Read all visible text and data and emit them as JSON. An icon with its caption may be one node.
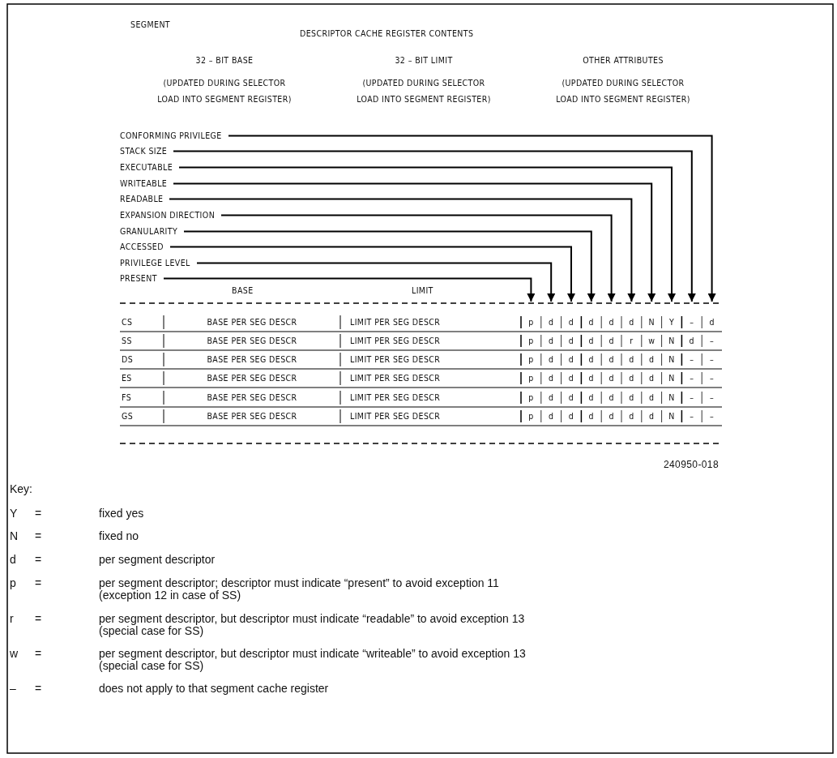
{
  "diagram": {
    "nodes": [
      {
        "text": [
          "CONFORMING PRIVILEGE"
        ]
      },
      {
        "text": [
          "STACK SIZE"
        ]
      },
      {
        "text": [
          "EXECUTABLE"
        ]
      },
      {
        "text": [
          "WRITEABLE"
        ]
      },
      {
        "text": [
          "READABLE"
        ]
      },
      {
        "text": [
          "EXPANSION DIRECTION"
        ]
      },
      {
        "text": [
          "GRANULARITY"
        ]
      },
      {
        "text": [
          "ACCESSED"
        ]
      },
      {
        "text": [
          "PRIVILEGE LEVEL"
        ]
      },
      {
        "text": [
          "PRESENT"
        ]
      }
    ],
    "edges": [
      {
        "from": 0,
        "to": null,
        "arrow": "to"
      },
      {
        "from": 1,
        "to": null,
        "arrow": "to"
      },
      {
        "from": 2,
        "to": null,
        "arrow": "to"
      },
      {
        "from": 3,
        "to": null,
        "arrow": "to"
      },
      {
        "from": 4,
        "to": null,
        "arrow": "to"
      },
      {
        "from": 5,
        "to": null,
        "arrow": "to"
      },
      {
        "from": 6,
        "to": null,
        "arrow": "to"
      },
      {
        "from": 7,
        "to": null,
        "arrow": "to"
      },
      {
        "from": 8,
        "to": null,
        "arrow": "to"
      },
      {
        "from": 9,
        "to": null,
        "arrow": "to"
      }
    ],
    "labels": [
      "SEGMENT",
      "DESCRIPTOR CACHE REGISTER CONTENTS",
      "32 – BIT BASE",
      "32 – BIT LIMIT",
      "OTHER ATTRIBUTES",
      "(UPDATED DURING SELECTOR LOAD INTO SEGMENT REGISTER)",
      "(UPDATED DURING SELECTOR LOAD INTO SEGMENT REGISTER)",
      "(UPDATED DURING SELECTOR LOAD INTO SEGMENT REGISTER)",
      "BASE",
      "LIMIT",
      "CS",
      "BASE PER SEG DESCR",
      "LIMIT PER SEG DESCR",
      "p",
      "d",
      "d",
      "d",
      "d",
      "d",
      "N",
      "Y",
      "–",
      "d",
      "SS",
      "BASE PER SEG DESCR",
      "LIMIT PER SEG DESCR",
      "p",
      "d",
      "d",
      "d",
      "d",
      "r",
      "w",
      "N",
      "d",
      "–",
      "DS",
      "BASE PER SEG DESCR",
      "LIMIT PER SEG DESCR",
      "p",
      "d",
      "d",
      "d",
      "d",
      "d",
      "d",
      "N",
      "–",
      "–",
      "ES",
      "BASE PER SEG DESCR",
      "LIMIT PER SEG DESCR",
      "p",
      "d",
      "d",
      "d",
      "d",
      "d",
      "d",
      "N",
      "–",
      "–",
      "FS",
      "BASE PER SEG DESCR",
      "LIMIT PER SEG DESCR",
      "p",
      "d",
      "d",
      "d",
      "d",
      "d",
      "d",
      "N",
      "–",
      "–",
      "GS",
      "BASE PER SEG DESCR",
      "LIMIT PER SEG DESCR",
      "p",
      "d",
      "d",
      "d",
      "d",
      "d",
      "d",
      "N",
      "–",
      "–",
      "240950-018",
      "Key:",
      "Y",
      "=",
      "fixed yes",
      "N",
      "=",
      "fixed no",
      "d",
      "=",
      "per segment descriptor",
      "p",
      "=",
      "per segment descriptor; descriptor must indicate “present” to avoid exception 11 (exception 12 in case of SS)",
      "r",
      "=",
      "per segment descriptor, but descriptor must indicate “readable” to avoid exception 13 (special case for SS)",
      "w",
      "=",
      "per segment descriptor, but descriptor must indicate “writeable” to avoid exception 13 (special case for SS)",
      "–",
      "=",
      "does not apply to that segment cache register"
    ]
  }
}
